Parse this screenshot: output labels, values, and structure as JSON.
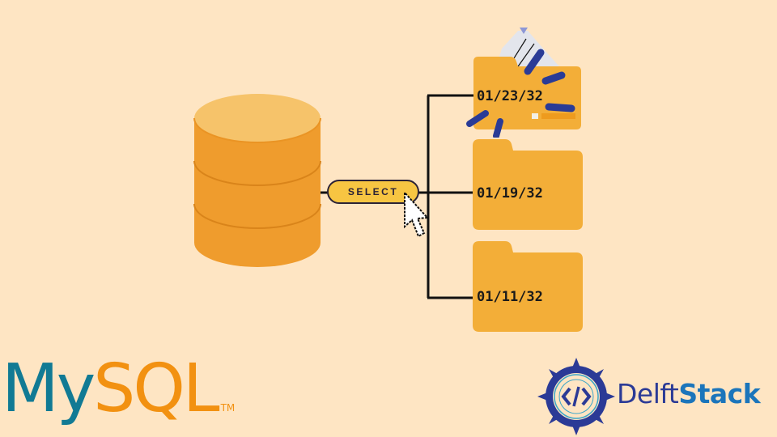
{
  "diagram": {
    "button": {
      "label": "SELECT"
    },
    "folders": [
      {
        "date": "01/23/32",
        "state": "opened"
      },
      {
        "date": "01/19/32",
        "state": "closed"
      },
      {
        "date": "01/11/32",
        "state": "closed"
      }
    ],
    "icons": {
      "database": "database-cylinder-icon",
      "cursor": "mouse-pointer-icon",
      "folder": "folder-icon"
    },
    "colors": {
      "background": "#fee5c3",
      "database": "#ef9c2d",
      "folder": "#f3ae38",
      "button": "#f7c542",
      "connector": "#111111",
      "accent_strokes": "#2a3b96"
    }
  },
  "branding": {
    "left_logo": {
      "part1": "My",
      "part2": "SQL",
      "trademark": "TM"
    },
    "right_logo": {
      "part1": "Delft",
      "part2": "Stack",
      "icon": "code-brackets-mandala-icon"
    }
  }
}
